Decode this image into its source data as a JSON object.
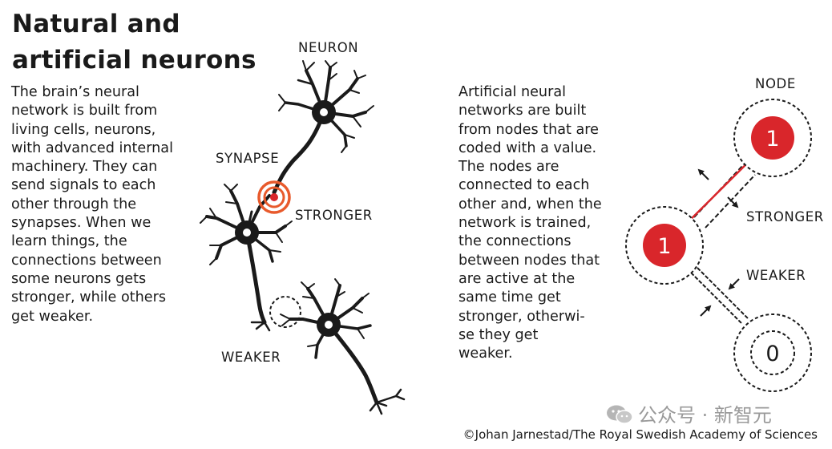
{
  "title": {
    "line1": "Natural and",
    "line2": "artificial neurons"
  },
  "left_text": [
    "The brain’s neural",
    "network is built from",
    "living cells, neurons,",
    "with advanced internal",
    "machinery. They can",
    "send signals to each",
    "other through the",
    "synapses. When we",
    "learn things, the",
    "connections between",
    "some neurons gets",
    "stronger, while others",
    "get weaker."
  ],
  "right_text": [
    "Artificial neural",
    "networks are built",
    "from nodes that are",
    "coded with a value.",
    "The nodes are",
    "connected to each",
    "other and, when the",
    "network is trained,",
    "the connections",
    "between nodes that",
    "are active at the",
    "same time get",
    "stronger, otherwi-",
    "se they get",
    "weaker."
  ],
  "labels": {
    "neuron": "NEURON",
    "synapse": "SYNAPSE",
    "stronger_left": "STRONGER",
    "weaker_left": "WEAKER",
    "node": "NODE",
    "stronger_right": "STRONGER",
    "weaker_right": "WEAKER"
  },
  "nodes": {
    "top_value": "1",
    "middle_value": "1",
    "bottom_value": "0"
  },
  "colors": {
    "accent": "#d9262b",
    "ink": "#1a1a1a",
    "highlight_ring": "#e85a2c"
  },
  "watermark": "公众号 · 新智元",
  "credit": "©Johan Jarnestad/The Royal Swedish Academy of Sciences"
}
